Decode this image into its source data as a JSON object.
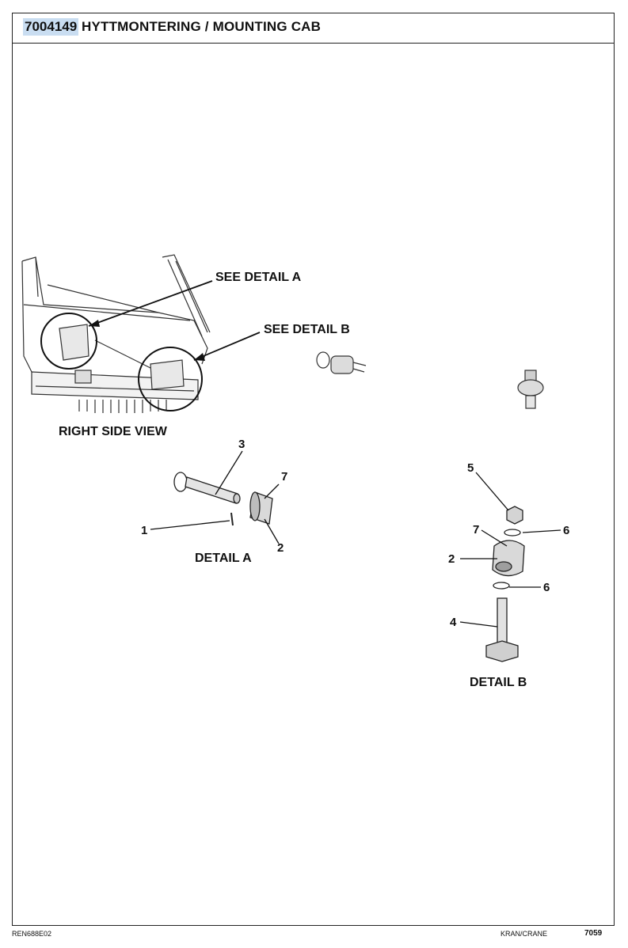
{
  "header": {
    "part_number": "7004149",
    "title": "HYTTMONTERING / MOUNTING CAB"
  },
  "drawing": {
    "see_detail_a": "SEE DETAIL A",
    "see_detail_b": "SEE DETAIL B",
    "right_side_view": "RIGHT SIDE VIEW",
    "detail_a": "DETAIL A",
    "detail_b": "DETAIL B",
    "callouts_a": {
      "c1": "1",
      "c2": "2",
      "c3": "3",
      "c7": "7"
    },
    "callouts_b": {
      "c2": "2",
      "c4": "4",
      "c5": "5",
      "c6a": "6",
      "c6b": "6",
      "c7": "7"
    }
  },
  "footer": {
    "doc_code": "REN688E02",
    "category": "KRAN/CRANE",
    "page_number": "7059"
  }
}
